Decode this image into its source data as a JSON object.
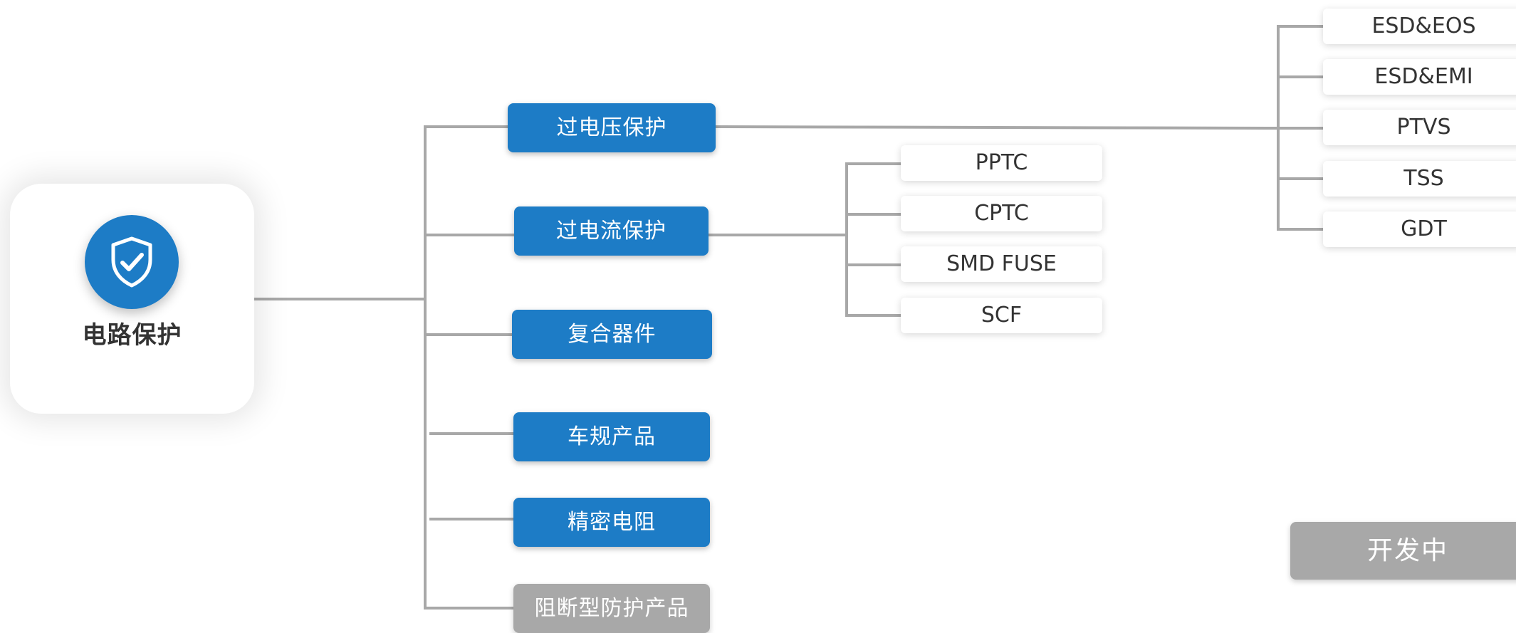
{
  "root": {
    "label": "电路保护",
    "icon": "shield-check-icon"
  },
  "categories": [
    {
      "label": "过电压保护",
      "status": "available"
    },
    {
      "label": "过电流保护",
      "status": "available"
    },
    {
      "label": "复合器件",
      "status": "available"
    },
    {
      "label": "车规产品",
      "status": "available"
    },
    {
      "label": "精密电阻",
      "status": "available"
    },
    {
      "label": "阻断型防护产品",
      "status": "in-development"
    }
  ],
  "overcurrent_products": [
    "PPTC",
    "CPTC",
    "SMD FUSE",
    "SCF"
  ],
  "overvoltage_products": [
    "ESD&EOS",
    "ESD&EMI",
    "PTVS",
    "TSS",
    "GDT"
  ],
  "legend": {
    "in_development_label": "开发中"
  },
  "colors": {
    "primary": "#1d7cc6",
    "in_development": "#a8a8a8",
    "connector": "#a8a8a8",
    "text_dark": "#333333"
  }
}
